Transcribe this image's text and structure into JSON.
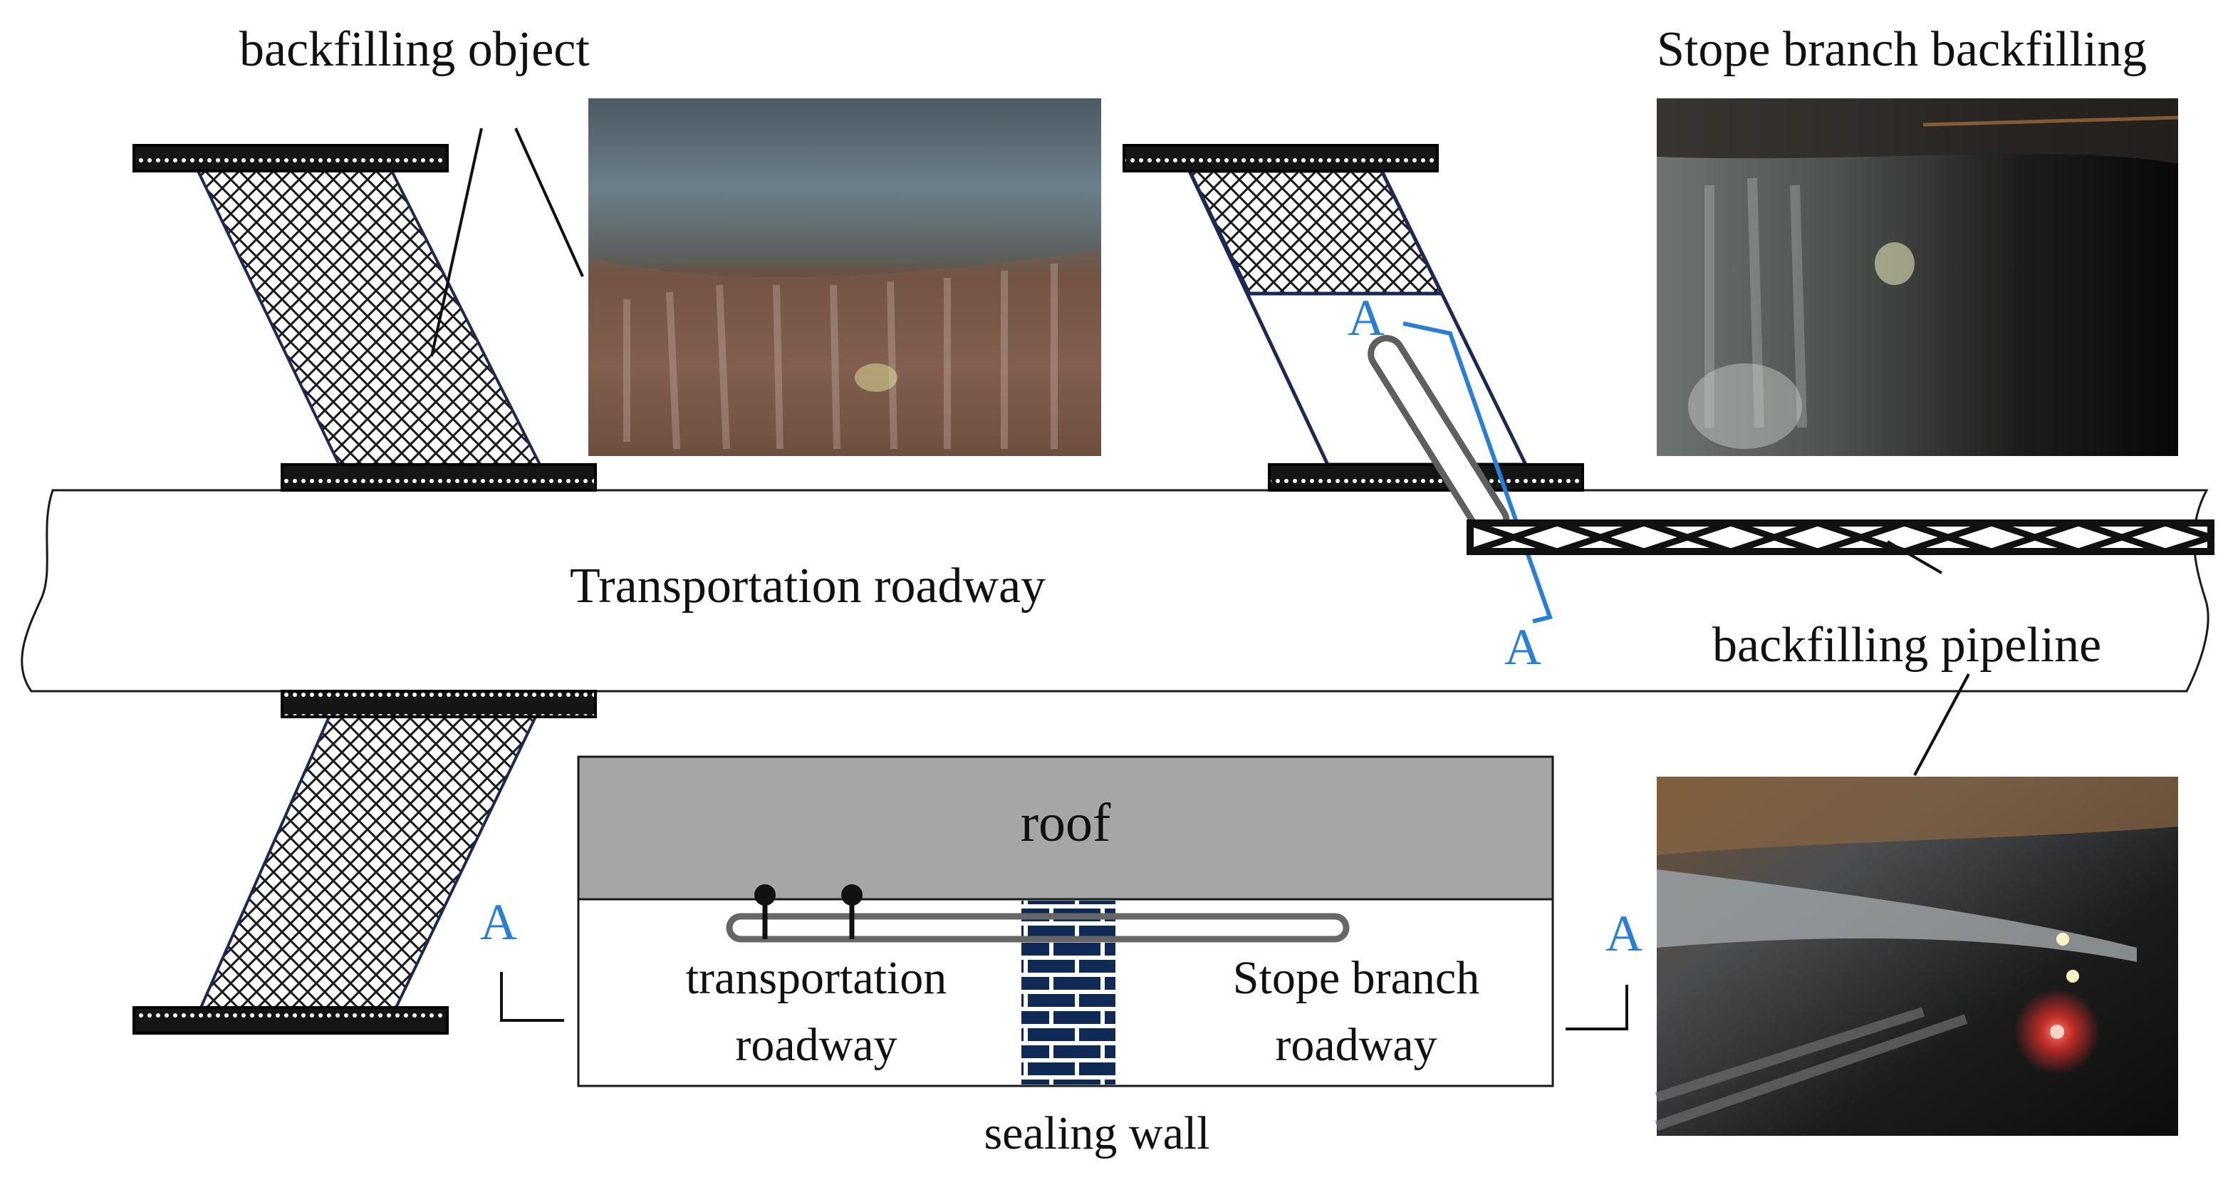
{
  "labels": {
    "backfilling_object": "backfilling object",
    "stope_branch_backfilling": "Stope branch backfilling",
    "transportation_roadway_main": "Transportation roadway",
    "backfilling_pipeline": "backfilling pipeline",
    "roof": "roof",
    "transportation_roadway_line1": "transportation",
    "transportation_roadway_line2": "roadway",
    "stope_branch_line1": "Stope branch",
    "stope_branch_line2": "roadway",
    "sealing_wall": "sealing wall",
    "section_mark": "A"
  },
  "colors": {
    "section_mark": "#2a7fd4",
    "roof_fill": "#a6a6a6",
    "sealing_wall": "#0f2a55",
    "pillar_bar": "#1a1a1a",
    "pipe_outline": "#666666"
  },
  "photos": [
    {
      "name": "backfilling-object-photo",
      "subject": "roadway roof and backfilled body"
    },
    {
      "name": "stope-branch-backfilling-photo",
      "subject": "stope branch backfilling"
    },
    {
      "name": "backfilling-pipeline-photo",
      "subject": "backfilling pipeline along roadway"
    }
  ]
}
